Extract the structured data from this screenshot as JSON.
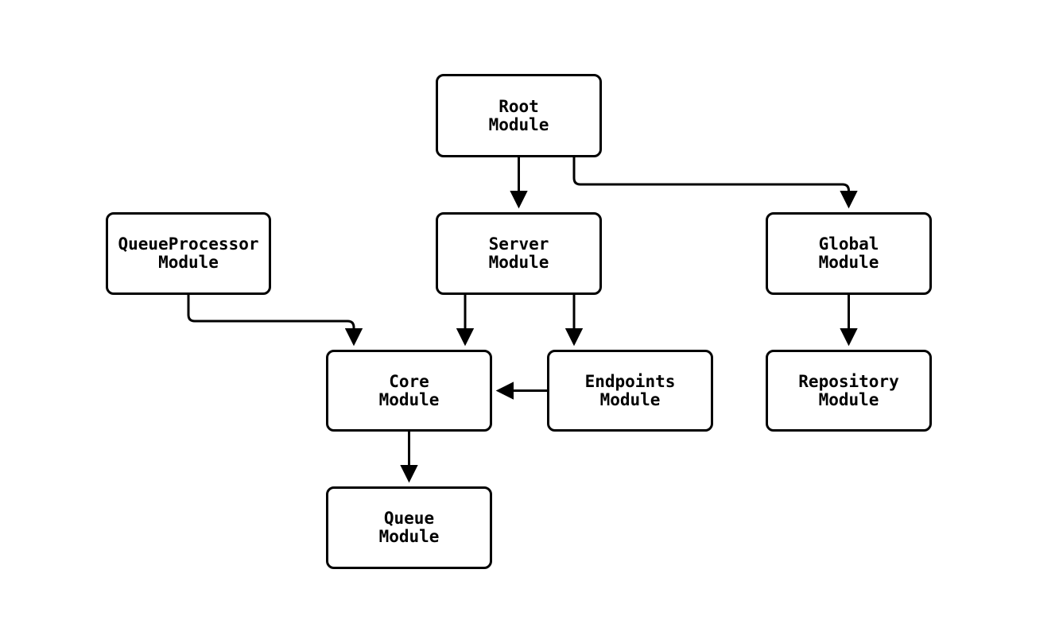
{
  "diagram": {
    "type": "flowchart",
    "colors": {
      "background": "#ffffff",
      "node_fill": "#ffffff",
      "node_border": "#000000",
      "edge_stroke": "#000000",
      "text": "#000000"
    },
    "nodes": {
      "root": {
        "label": "Root\nModule"
      },
      "queue_processor": {
        "label": "QueueProcessor\nModule"
      },
      "server": {
        "label": "Server\nModule"
      },
      "global": {
        "label": "Global\nModule"
      },
      "core": {
        "label": "Core\nModule"
      },
      "endpoints": {
        "label": "Endpoints\nModule"
      },
      "repository": {
        "label": "Repository\nModule"
      },
      "queue": {
        "label": "Queue\nModule"
      }
    },
    "edges": [
      {
        "from": "Root Module",
        "to": "Server Module"
      },
      {
        "from": "Root Module",
        "to": "Global Module"
      },
      {
        "from": "QueueProcessor Module",
        "to": "Core Module"
      },
      {
        "from": "Server Module",
        "to": "Core Module"
      },
      {
        "from": "Server Module",
        "to": "Endpoints Module"
      },
      {
        "from": "Endpoints Module",
        "to": "Core Module"
      },
      {
        "from": "Global Module",
        "to": "Repository Module"
      },
      {
        "from": "Core Module",
        "to": "Queue Module"
      }
    ]
  }
}
